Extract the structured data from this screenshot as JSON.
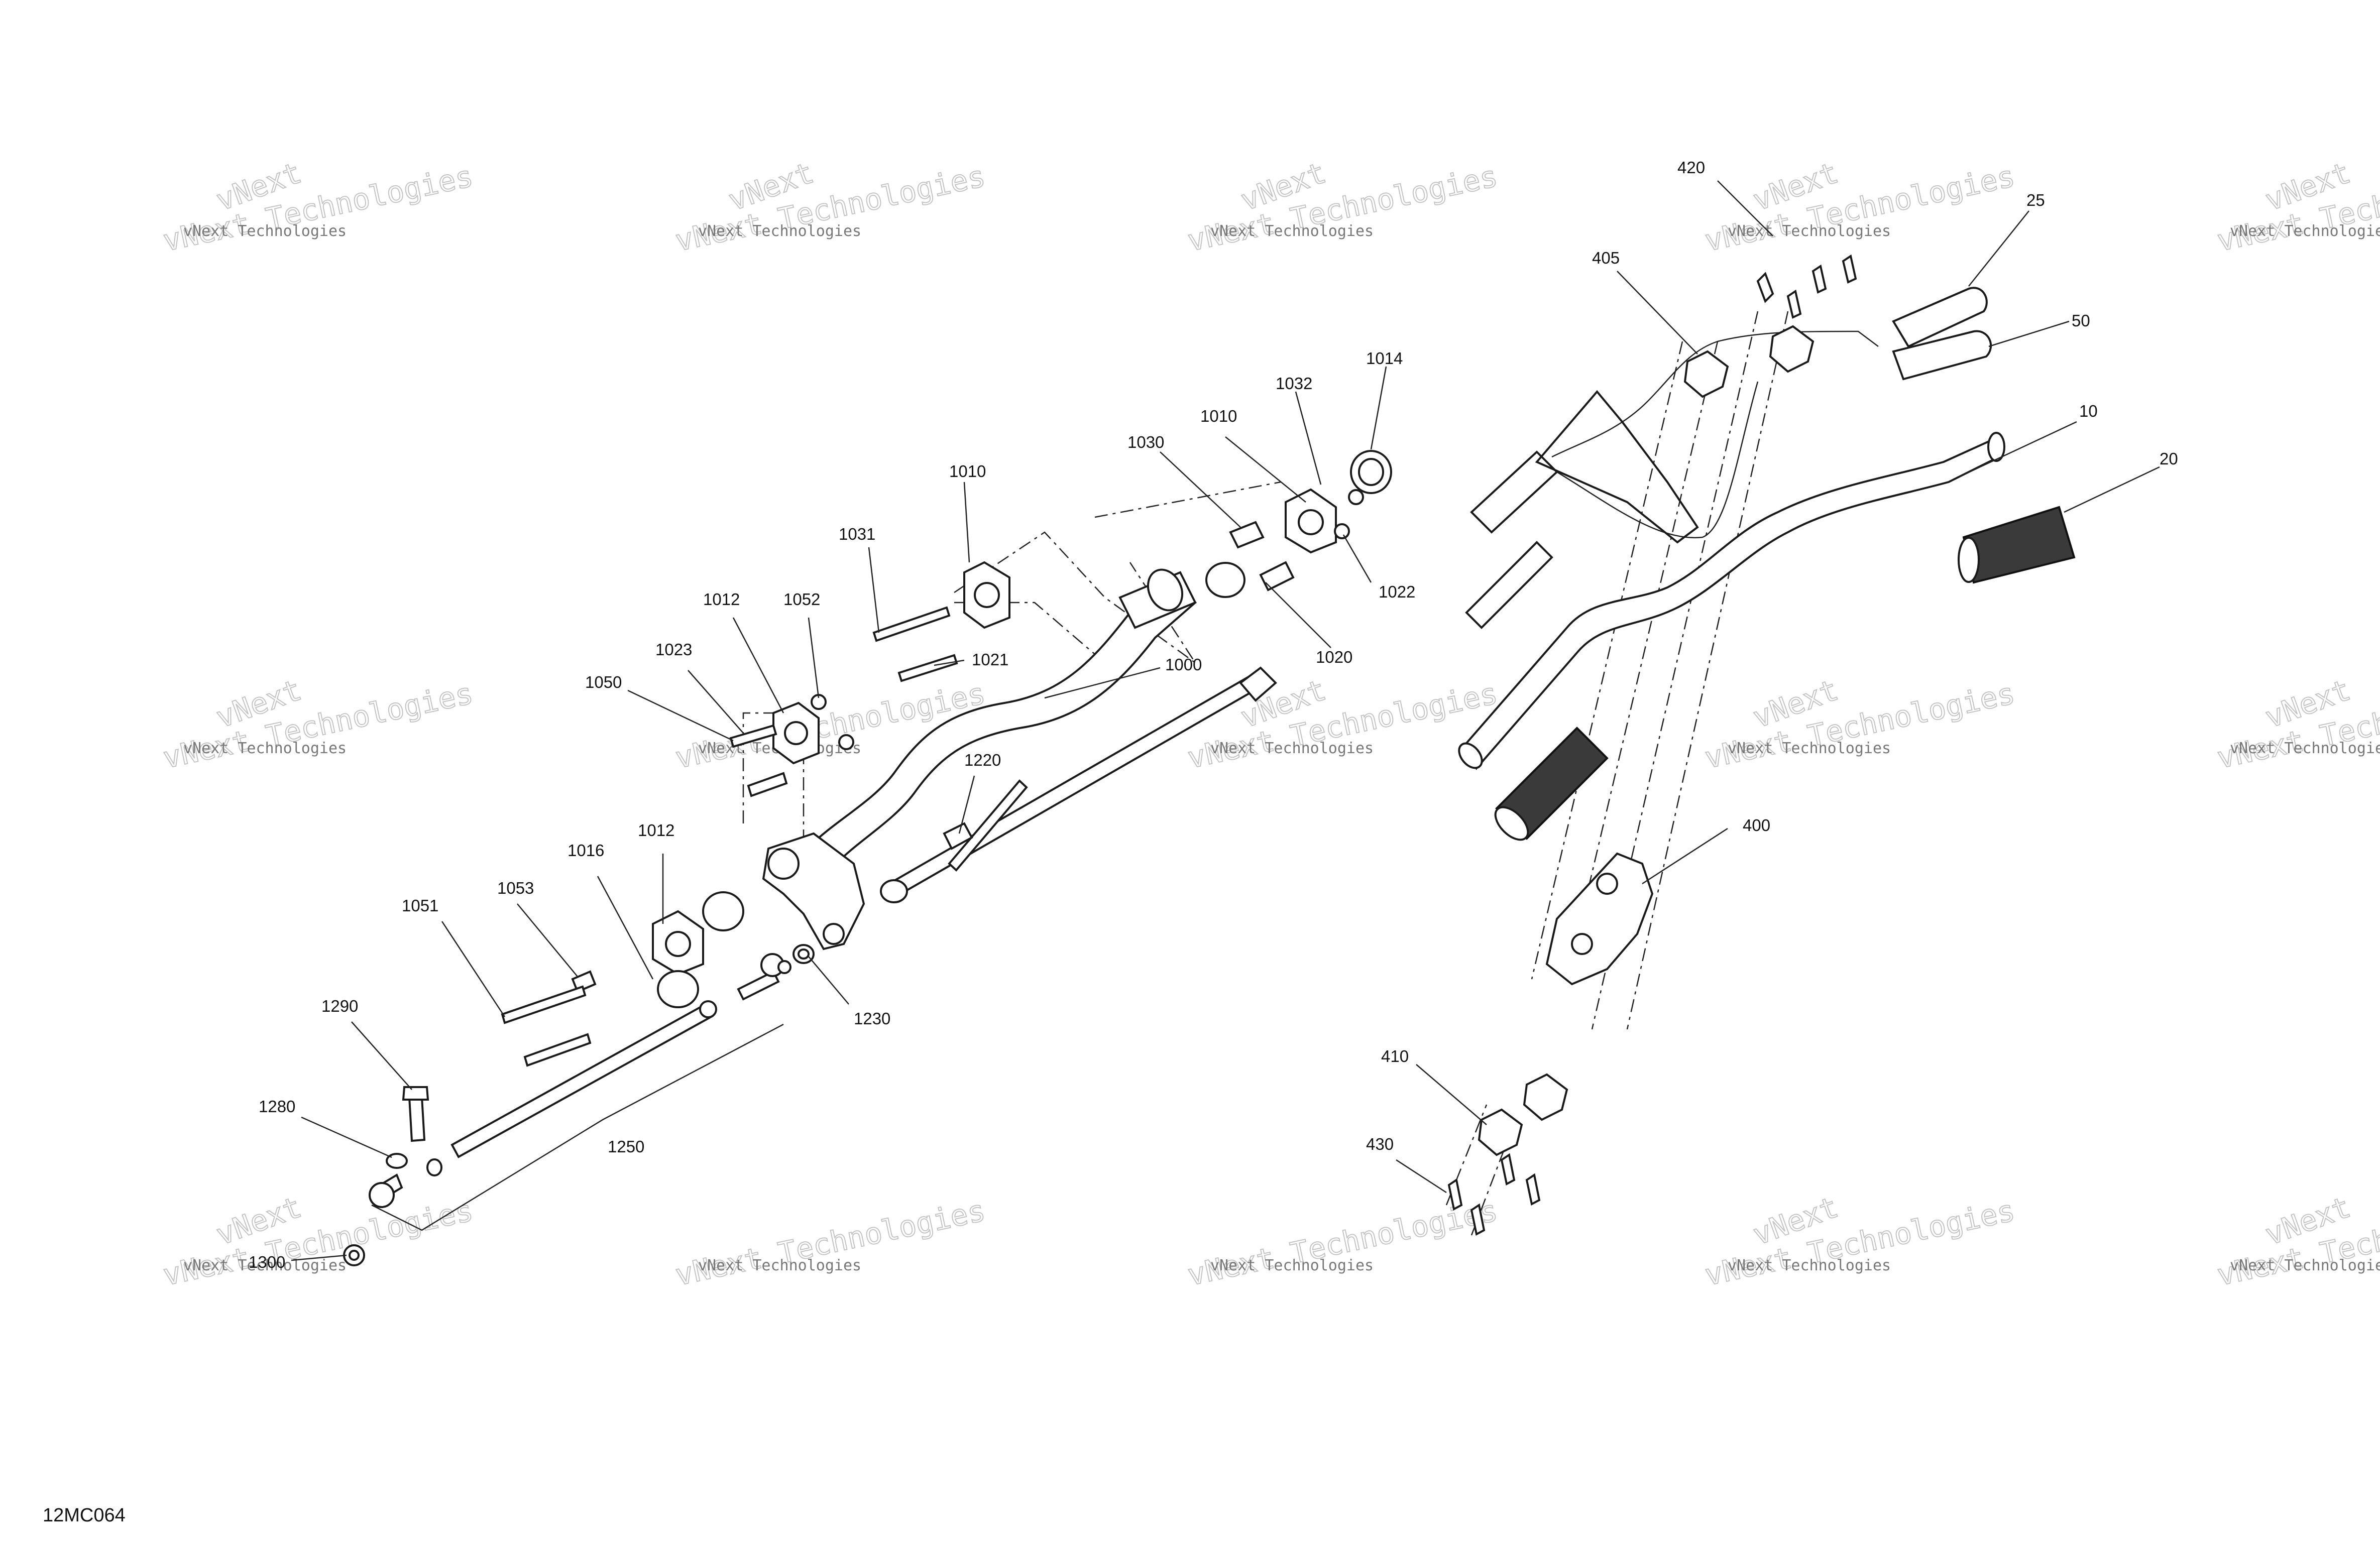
{
  "diagram_code": "12MC064",
  "watermark": {
    "small_text": "vNext Technologies",
    "big_text": "vNext Technologies",
    "corner_text": "vNext"
  },
  "callouts": {
    "c420": "420",
    "c25": "25",
    "c405": "405",
    "c50": "50",
    "c10": "10",
    "c20": "20",
    "c1014": "1014",
    "c1032": "1032",
    "c1010a": "1010",
    "c1030": "1030",
    "c1010b": "1010",
    "c1022": "1022",
    "c1020": "1020",
    "c1031": "1031",
    "c1021": "1021",
    "c1000": "1000",
    "c1012a": "1012",
    "c1052": "1052",
    "c1023": "1023",
    "c1050": "1050",
    "c1220": "1220",
    "c1016": "1016",
    "c1012b": "1012",
    "c1051": "1051",
    "c1053": "1053",
    "c1230": "1230",
    "c1290": "1290",
    "c1280": "1280",
    "c1250": "1250",
    "c1300": "1300",
    "c400": "400",
    "c410": "410",
    "c430": "430"
  }
}
